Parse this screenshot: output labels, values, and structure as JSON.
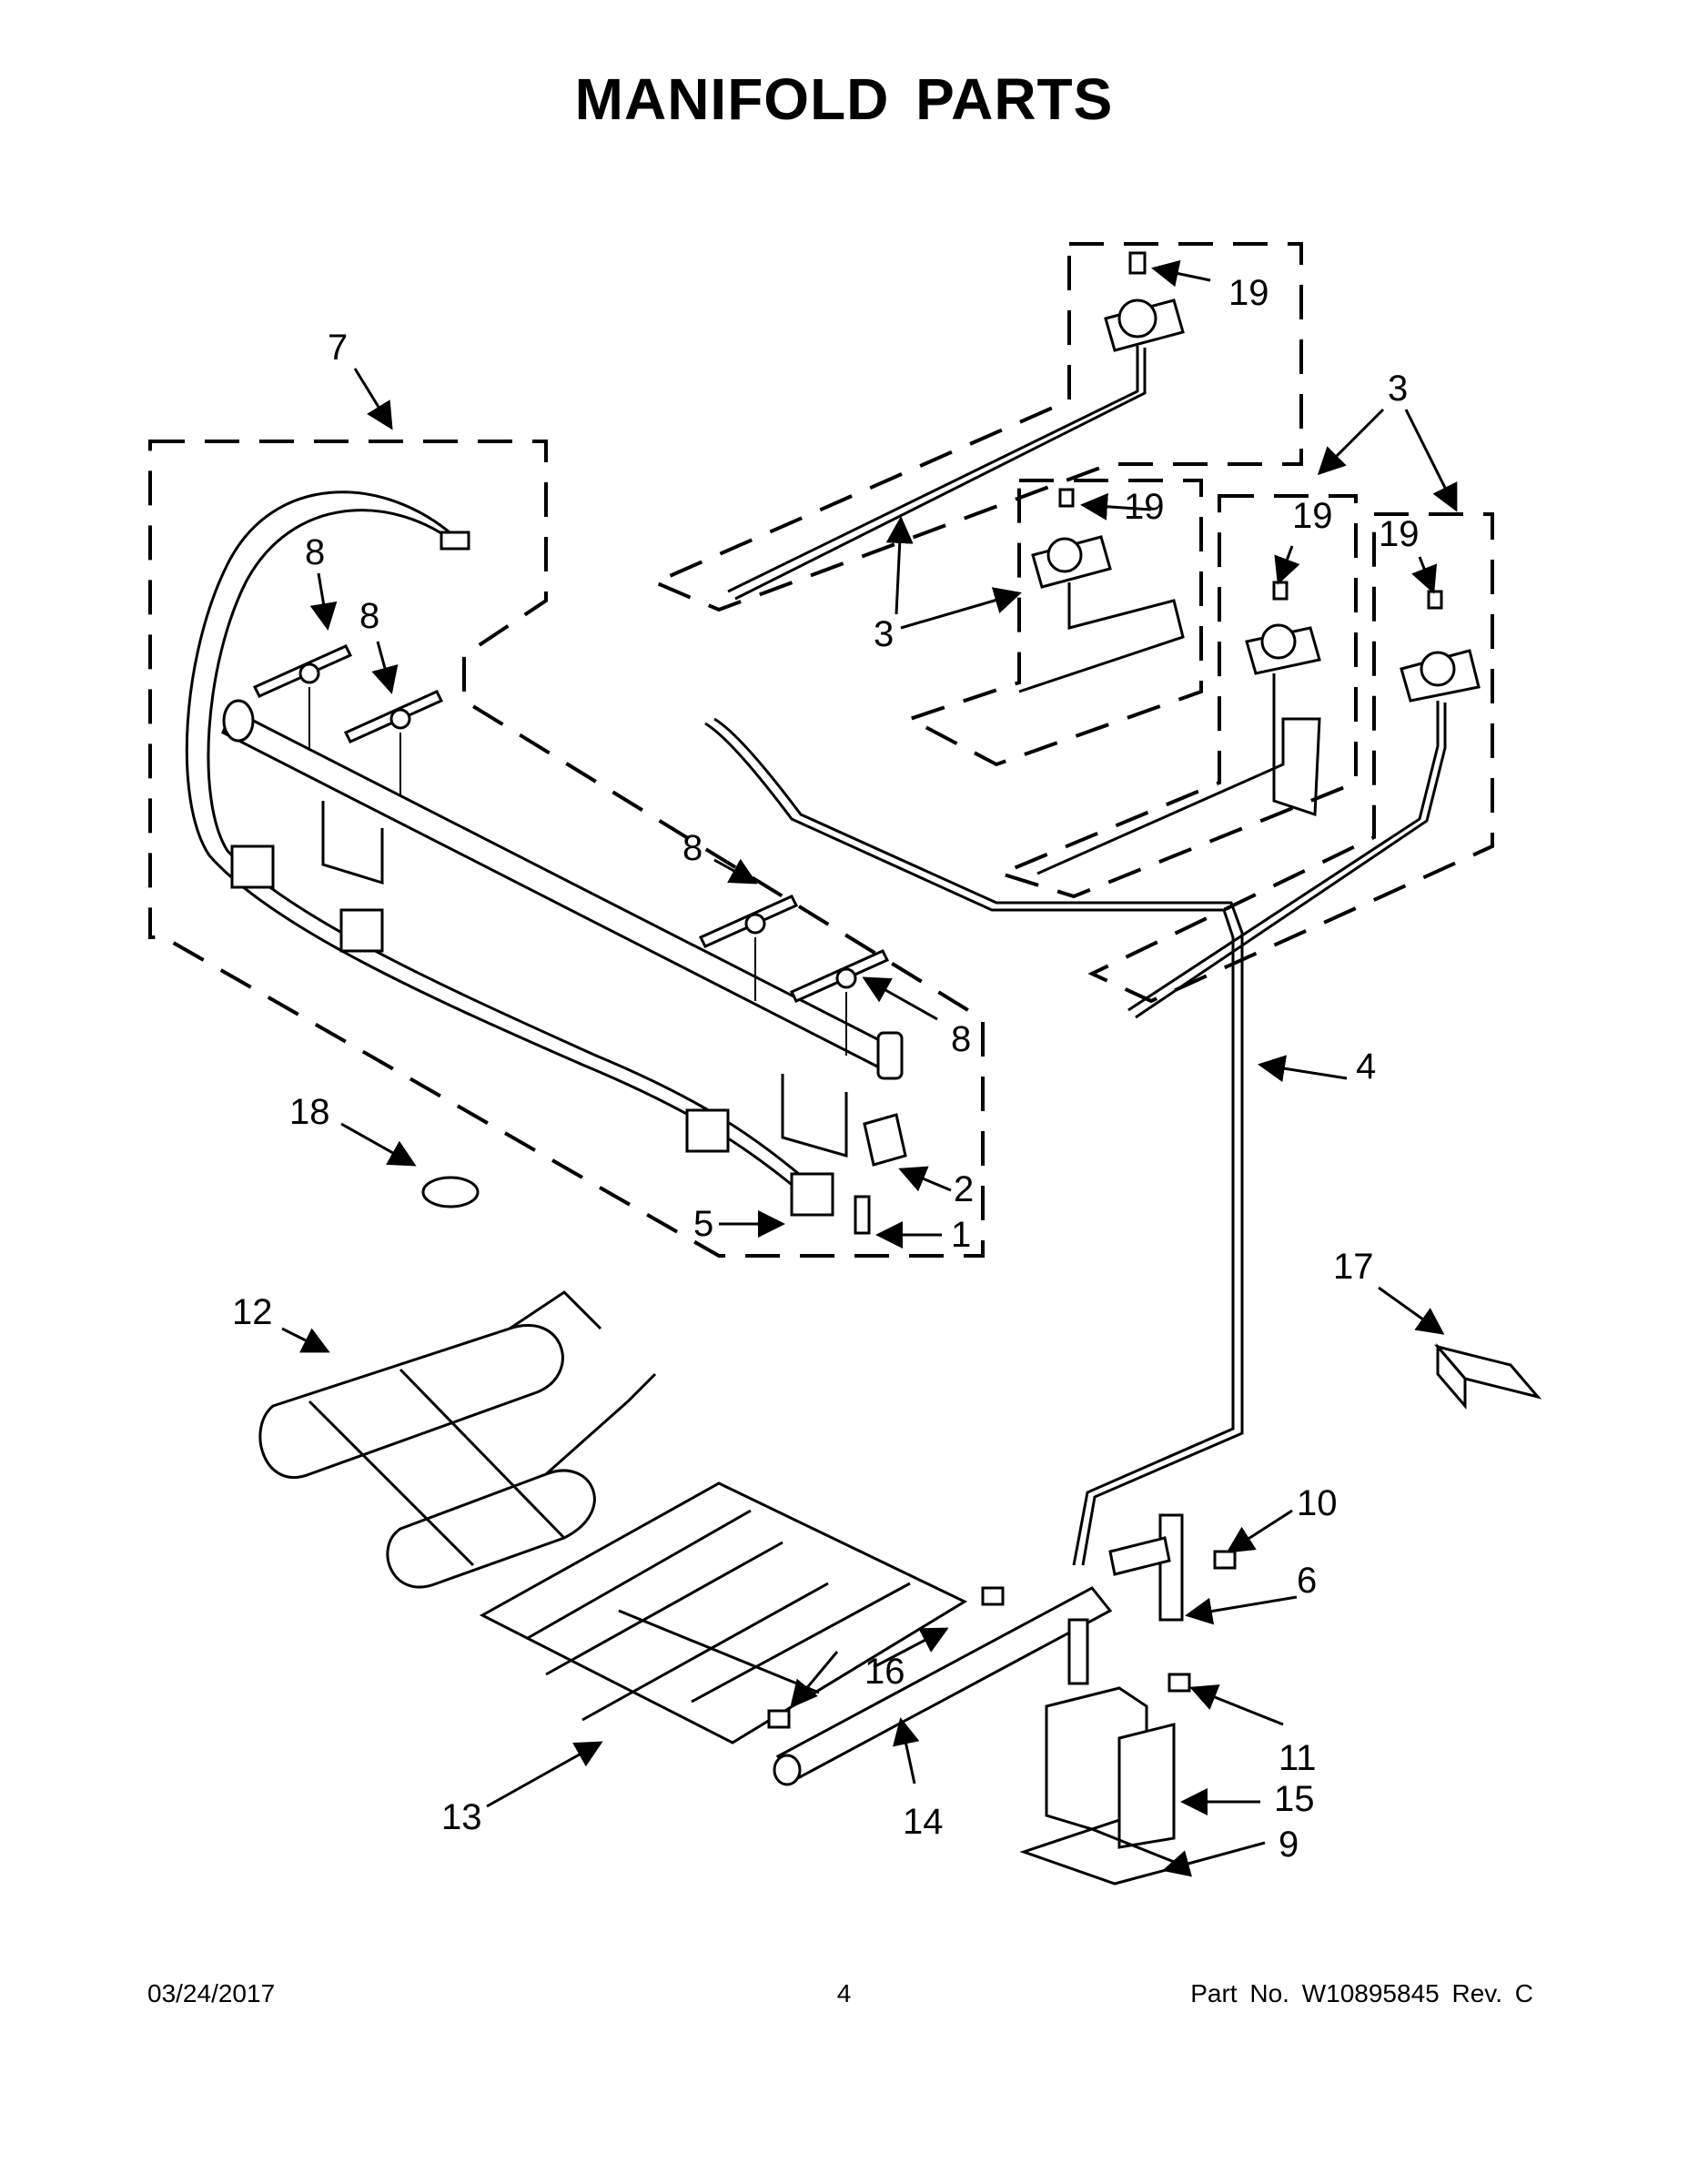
{
  "title": "MANIFOLD PARTS",
  "callouts": [
    {
      "id": "c19a",
      "label": "19"
    },
    {
      "id": "c19b",
      "label": "19"
    },
    {
      "id": "c19c",
      "label": "19"
    },
    {
      "id": "c19d",
      "label": "19"
    },
    {
      "id": "c7",
      "label": "7"
    },
    {
      "id": "c3a",
      "label": "3"
    },
    {
      "id": "c3b",
      "label": "3"
    },
    {
      "id": "c8a",
      "label": "8"
    },
    {
      "id": "c8b",
      "label": "8"
    },
    {
      "id": "c8c",
      "label": "8"
    },
    {
      "id": "c8d",
      "label": "8"
    },
    {
      "id": "c4",
      "label": "4"
    },
    {
      "id": "c18",
      "label": "18"
    },
    {
      "id": "c2",
      "label": "2"
    },
    {
      "id": "c5",
      "label": "5"
    },
    {
      "id": "c1",
      "label": "1"
    },
    {
      "id": "c17",
      "label": "17"
    },
    {
      "id": "c12",
      "label": "12"
    },
    {
      "id": "c10",
      "label": "10"
    },
    {
      "id": "c6",
      "label": "6"
    },
    {
      "id": "c16",
      "label": "16"
    },
    {
      "id": "c11",
      "label": "11"
    },
    {
      "id": "c15",
      "label": "15"
    },
    {
      "id": "c13",
      "label": "13"
    },
    {
      "id": "c14",
      "label": "14"
    },
    {
      "id": "c9",
      "label": "9"
    }
  ],
  "footer": {
    "date": "03/24/2017",
    "page": "4",
    "part_no": "Part No.  W10895845  Rev.  C"
  }
}
